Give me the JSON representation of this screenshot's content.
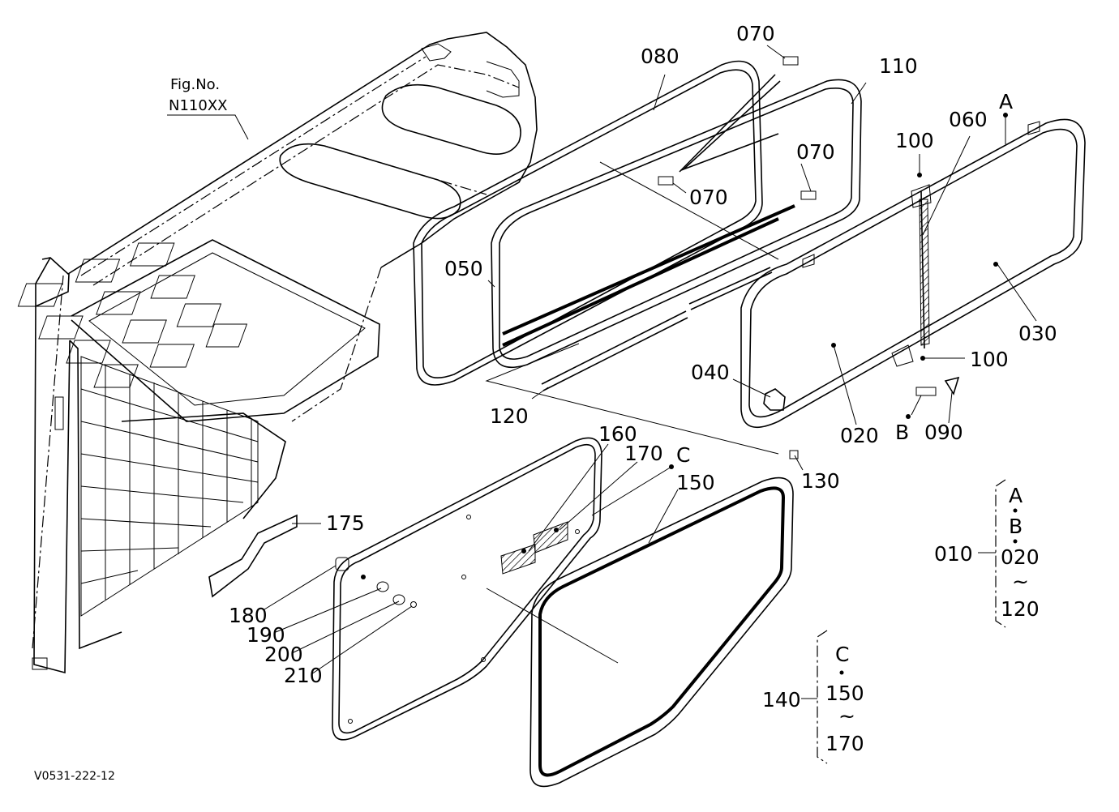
{
  "figure": {
    "caption_line1": "Fig.No.",
    "caption_line2": "N110XX",
    "drawing_code": "V0531-222-12"
  },
  "callouts": {
    "c070a": "070",
    "c080": "080",
    "c110": "110",
    "cA": "A",
    "c060": "060",
    "c100a": "100",
    "c070b": "070",
    "c070c": "070",
    "c050": "050",
    "c030": "030",
    "c100b": "100",
    "c040": "040",
    "c120": "120",
    "c020": "020",
    "cB": "B",
    "c090": "090",
    "c160": "160",
    "c170": "170",
    "cC": "C",
    "c150": "150",
    "c130": "130",
    "c175": "175",
    "c180": "180",
    "c190": "190",
    "c200": "200",
    "c210": "210"
  },
  "assembly_010": {
    "parent": "010",
    "items": [
      "A",
      "B",
      "020",
      "120"
    ],
    "range_mark": "~"
  },
  "assembly_140": {
    "parent": "140",
    "items": [
      "C",
      "150",
      "170"
    ],
    "range_mark": "~"
  }
}
